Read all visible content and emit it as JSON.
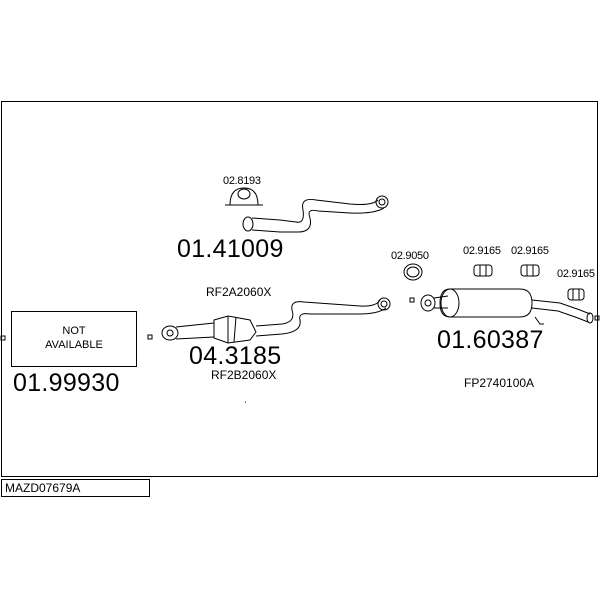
{
  "diagram_code": "MAZD07679A",
  "not_available": {
    "line1": "NOT",
    "line2": "AVAILABLE"
  },
  "front_pipe": {
    "part_number": "01.99930"
  },
  "upper_pipe": {
    "clamp_ref": "02.8193",
    "part_number": "01.41009",
    "oem_ref": "RF2A2060X"
  },
  "middle_silencer": {
    "part_number": "04.3185",
    "oem_ref": "RF2B2060X"
  },
  "rear_silencer": {
    "gasket_ref": "02.9050",
    "hanger_refs": [
      "02.9165",
      "02.9165",
      "02.9165"
    ],
    "part_number": "01.60387",
    "oem_ref": "FP2740100A"
  }
}
